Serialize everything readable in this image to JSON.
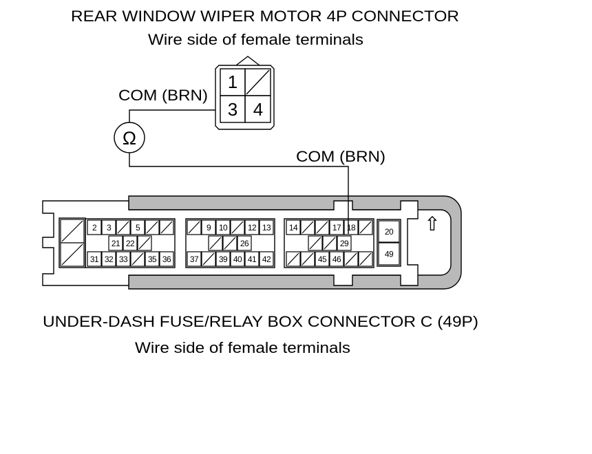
{
  "wiper_connector": {
    "title": "REAR WINDOW WIPER MOTOR 4P CONNECTOR",
    "subtitle": "Wire side of female terminals",
    "wire_label": "COM (BRN)",
    "terminals": [
      "1",
      "3",
      "4"
    ]
  },
  "meter": {
    "symbol": "Ω"
  },
  "fuse_box_connector": {
    "title": "UNDER-DASH FUSE/RELAY BOX CONNECTOR C (49P)",
    "subtitle": "Wire side of female terminals",
    "wire_label": "COM (BRN)",
    "orientation_arrow": "⇧",
    "terminals": [
      "2",
      "3",
      "5",
      "21",
      "22",
      "31",
      "32",
      "33",
      "35",
      "36",
      "9",
      "10",
      "12",
      "13",
      "26",
      "37",
      "39",
      "40",
      "41",
      "42",
      "14",
      "17",
      "18",
      "29",
      "45",
      "46",
      "20",
      "49"
    ]
  }
}
